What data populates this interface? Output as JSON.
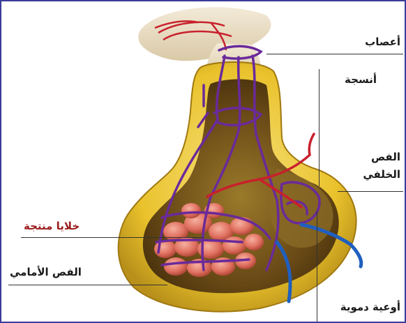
{
  "labels": {
    "nerves": "أعصاب",
    "tissues": "أنسجة",
    "posterior_lobe_line1": "الفص",
    "posterior_lobe_line2": "الخلفي",
    "secreting_cells": "خلايا منتجة",
    "anterior_lobe": "الفص الأمامي",
    "blood_vessels": "أوعية دموية"
  },
  "colors": {
    "frame_border": "#3a3a9a",
    "capsule_yellow": "#e9c22c",
    "cavity_brown": "#6a4a16",
    "vessel_purple": "#6a2a9a",
    "artery_red": "#c8202c",
    "vein_blue": "#1f5fbf",
    "cells_pink": "#e07060",
    "label_red": "#9a1b1b"
  }
}
